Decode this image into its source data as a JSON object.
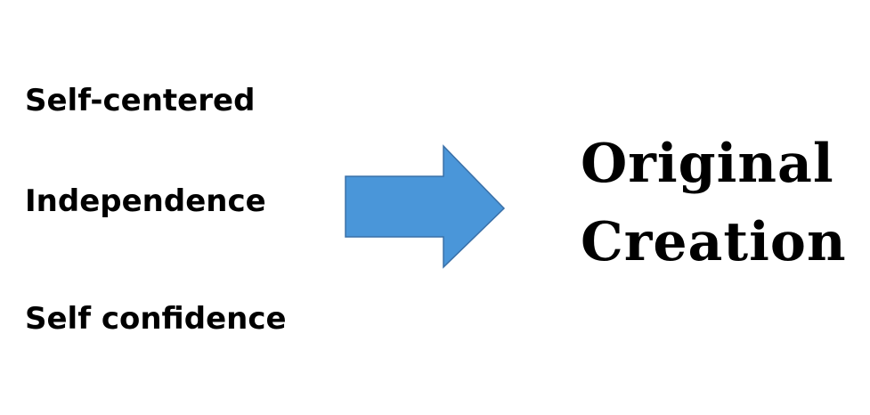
{
  "traits": [
    "Self-centered",
    "Independence",
    "Self confidence"
  ],
  "arrow": {
    "icon": "right-arrow-icon",
    "fill": "#4a96d9",
    "stroke": "#3a70a8"
  },
  "result": {
    "line1": "Original",
    "line2": "Creation"
  }
}
